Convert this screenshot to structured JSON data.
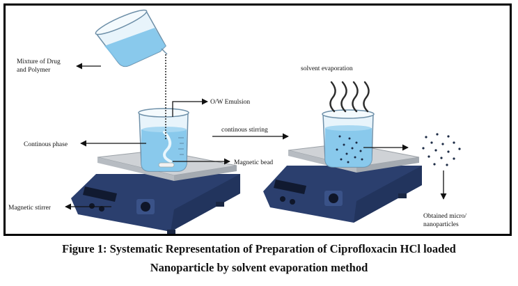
{
  "labels": {
    "mixture_line1": "Mixture of Drug",
    "mixture_line2": "and Polymer",
    "ow_emulsion": "O/W Emulsion",
    "continuous_phase": "Continous phase",
    "continuous_stirring": "continous stirring",
    "magnetic_bead": "Magnetic bead",
    "magnetic_stirrer": "Magnetic stirrer",
    "solvent_evaporation": "solvent evaporation",
    "obtained_line1": "Obtained micro/",
    "obtained_line2": "nanoparticles"
  },
  "caption": {
    "line1": "Figure 1: Systematic Representation of Preparation of Ciprofloxacin HCl loaded",
    "line2": "Nanoparticle by solvent evaporation method"
  },
  "colors": {
    "stirrer_body": "#2b3f6e",
    "stirrer_top": "#d6d8da",
    "liquid": "#7ec4ea",
    "glass": "#e8f4fb",
    "arrow": "#111111"
  }
}
